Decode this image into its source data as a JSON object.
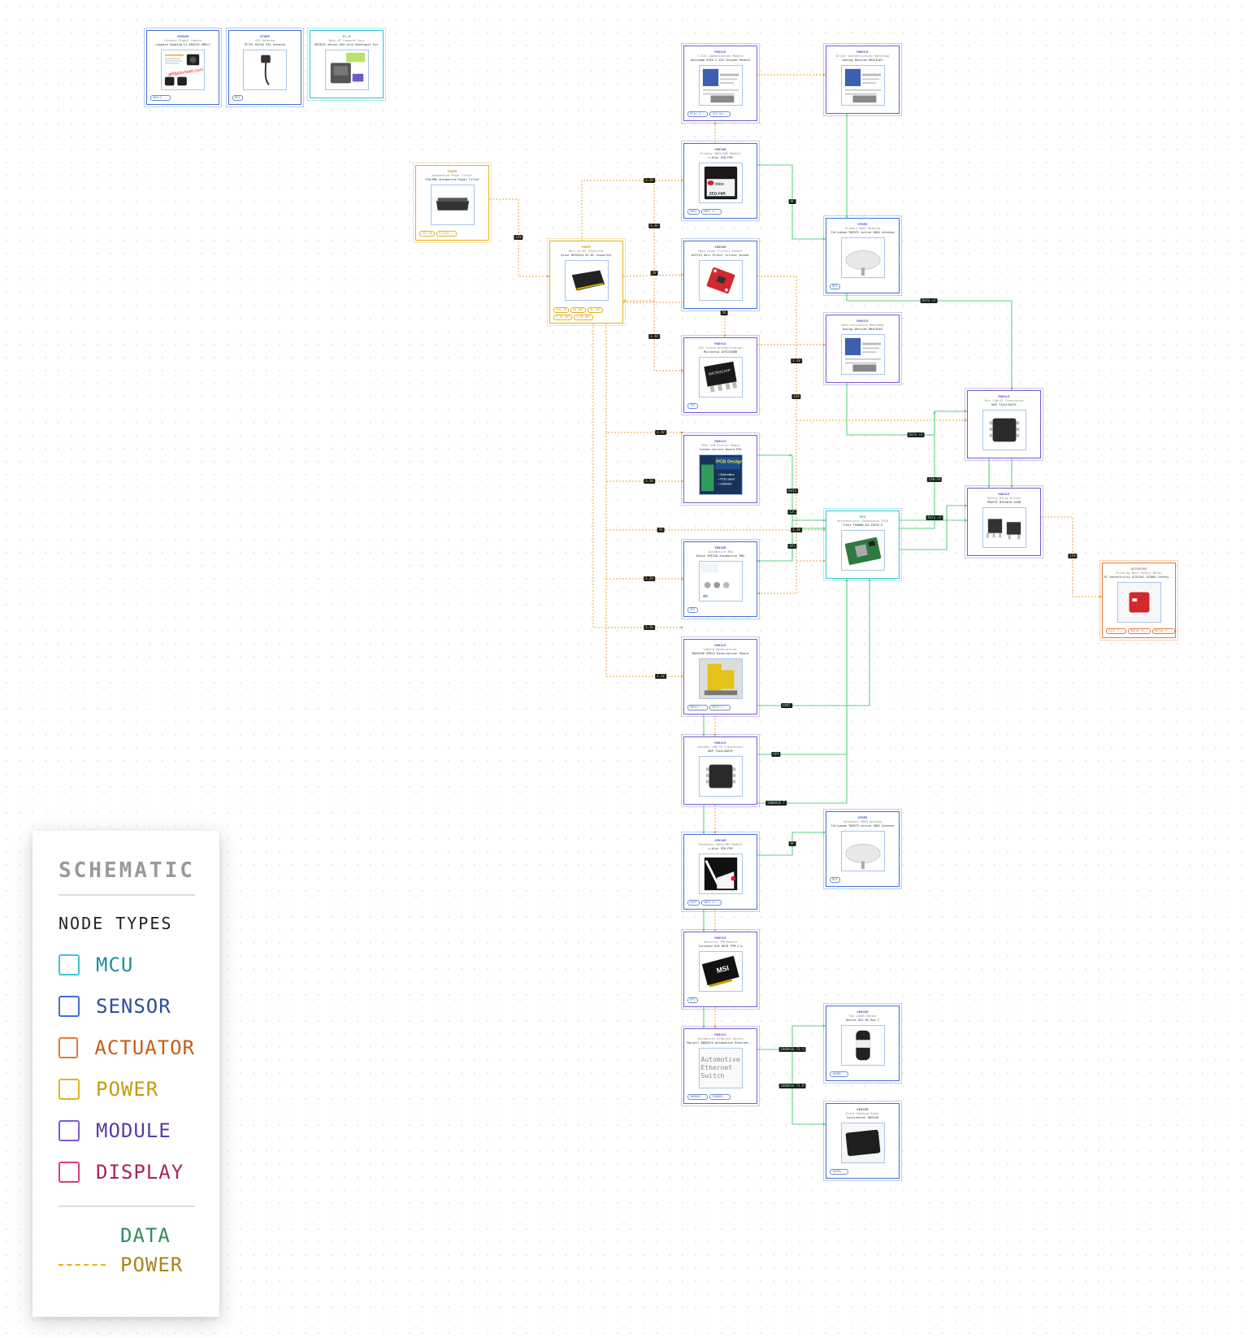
{
  "nodes": [
    {
      "id": "cam",
      "kind": "sensor",
      "type": "SENSOR",
      "title": "Forward Global Camera",
      "part": "Leopard Imaging LI-AR0233-GMSL2",
      "chips": [
        "GMSL2 ..."
      ],
      "icon": "camera-icon"
    },
    {
      "id": "v2x-ant",
      "kind": "sensor",
      "type": "OTHER",
      "title": "V2X Antenna",
      "part": "PCTEL BIG5G V2X Antenna",
      "chips": [
        "RF4"
      ],
      "icon": "antenna-cable-icon"
    },
    {
      "id": "pc",
      "kind": "mcu",
      "type": "PC_D",
      "title": "Main AI Compute Core",
      "part": "NVIDIA Jetson AGX Orin Developer Kit",
      "chips": [],
      "icon": "compute-box-icon"
    },
    {
      "id": "c-v2x",
      "kind": "module",
      "type": "MODULE",
      "title": "C-V2X Communication Module",
      "part": "Qualcomm 9150 C-V2X Chipset Module",
      "chips": [
        "PCIe 4...",
        "V2X Se..."
      ],
      "icon": "datasheet-icon"
    },
    {
      "id": "wd-a",
      "kind": "module",
      "type": "MODULE",
      "title": "Driver Authentication Watchdog",
      "part": "Analog Devices MAX16161",
      "chips": [],
      "icon": "datasheet-icon"
    },
    {
      "id": "filter",
      "kind": "power",
      "type": "POWER",
      "title": "Automotive Power Filter",
      "part": "ITW/ENS Automotive Power Filter",
      "chips": [
        "12V IN",
        "Filter..."
      ],
      "icon": "filter-block-icon"
    },
    {
      "id": "gnss1",
      "kind": "sensor",
      "type": "SENSOR",
      "title": "Primary GNSS/INS Module",
      "part": "u-blox ZED-F9R",
      "chips": [
        "UART",
        "GNSS A..."
      ],
      "icon": "ublox-module-icon"
    },
    {
      "id": "dcdc",
      "kind": "power",
      "type": "POWER",
      "title": "Main DC-DC Converter",
      "part": "Vicor BCM3414 DC-DC Converter",
      "chips": [
        "12V IN",
        "5V OUT",
        "3V OUT",
        "3.3V OUT",
        "1.8V OUT"
      ],
      "icon": "converter-brick-icon"
    },
    {
      "id": "current",
      "kind": "sensor",
      "type": "SENSOR",
      "title": "Main Power Current Sensor",
      "part": "ACS723 Hall Effect Current Sensor",
      "chips": [],
      "icon": "red-breakout-icon"
    },
    {
      "id": "gnss-ant1",
      "kind": "sensor",
      "type": "OTHER",
      "title": "Primary GNSS Antenna",
      "part": "Tallysman TW3972 Active GNSS Antenna",
      "chips": [
        "RF4"
      ],
      "icon": "dome-antenna-icon"
    },
    {
      "id": "crypto",
      "kind": "module",
      "type": "MODULE",
      "title": "V2X Crypto Authentication",
      "part": "Microchip ATECC608B",
      "chips": [
        "I2C"
      ],
      "icon": "soic-chip-icon"
    },
    {
      "id": "wd-b",
      "kind": "module",
      "type": "MODULE",
      "title": "Data Activation Watchdog",
      "part": "Analog Devices MAX16161",
      "chips": [],
      "icon": "datasheet-icon"
    },
    {
      "id": "can-a",
      "kind": "module",
      "type": "MODULE",
      "title": "Core CAN-FD Transceiver",
      "part": "NXP TJA1145ATK",
      "chips": [],
      "icon": "dfn-chip-icon"
    },
    {
      "id": "carrier",
      "kind": "module",
      "type": "MODULE",
      "title": "FPGA SoM Carrier Board",
      "part": "Custom Carrier Board PCB",
      "chips": [],
      "icon": "pcb-design-icon"
    },
    {
      "id": "fpga",
      "kind": "mcu",
      "type": "MCU",
      "title": "Deterministic Governance FPGA",
      "part": "Trenz TE0808-04-15EG1-E",
      "chips": [],
      "icon": "fpga-som-icon"
    },
    {
      "id": "relay-drv",
      "kind": "module",
      "type": "MODULE",
      "title": "Safety Relay Driver",
      "part": "PROFET BTS5016-1EKB",
      "chips": [],
      "icon": "power-ic-icon"
    },
    {
      "id": "relay",
      "kind": "actuator",
      "type": "ACTUATOR",
      "title": "Drive-by-Wire Safety Relay",
      "part": "TE Connectivity V23234C-1Z3001 Safety...",
      "chips": [
        "Coil I...",
        "Relay O...",
        "Relay C..."
      ],
      "icon": "red-relay-icon"
    },
    {
      "id": "imu",
      "kind": "sensor",
      "type": "SENSOR",
      "title": "Automotive IMU",
      "part": "Bosch SMI230 Automotive IMU",
      "chips": [
        "SPI"
      ],
      "icon": "imu-inductor-icon"
    },
    {
      "id": "cam-ser",
      "kind": "module",
      "type": "MODULE",
      "title": "Camera Deserializer",
      "part": "MAX9296 GMSL2 Deserializer Board",
      "chips": [
        "GMSL2 ...",
        "MIPI C..."
      ],
      "icon": "robot-board-icon"
    },
    {
      "id": "can-b",
      "kind": "module",
      "type": "MODULE",
      "title": "Gateway CAN-FD Transceiver",
      "part": "NXP TJA1145ATK",
      "chips": [],
      "icon": "dfn-chip-icon"
    },
    {
      "id": "gnss2",
      "kind": "sensor",
      "type": "SENSOR",
      "title": "Secondary GNSS/INS Module",
      "part": "u-blox ZED-F9R",
      "chips": [
        "UART",
        "GNSS A..."
      ],
      "icon": "f9r-module-icon"
    },
    {
      "id": "gnss-ant2",
      "kind": "sensor",
      "type": "OTHER",
      "title": "Secondary GNSS Antenna",
      "part": "Tallysman TW3972 Active GNSS Antenna",
      "chips": [
        "RF4"
      ],
      "icon": "dome-antenna-icon"
    },
    {
      "id": "tpm",
      "kind": "module",
      "type": "MODULE",
      "title": "Security TPM Module",
      "part": "Infineon SLB 9670 TPM 2.0",
      "chips": [
        "SPI"
      ],
      "icon": "msi-tpm-icon"
    },
    {
      "id": "eth",
      "kind": "module",
      "type": "MODULE",
      "title": "Automotive Ethernet Switch",
      "part": "Marvell 88Q5072 Automotive Ethernet...",
      "chips": [
        "100BAS...",
        "100BAS..."
      ],
      "icon": "broken-image-icon",
      "alt": "Automotive Ethernet Switch"
    },
    {
      "id": "lidar",
      "kind": "sensor",
      "type": "SENSOR",
      "title": "Top LiDAR Sensor",
      "part": "Ouster OS1-64 Rev 7",
      "chips": [
        "100BA..."
      ],
      "icon": "lidar-icon"
    },
    {
      "id": "radar",
      "kind": "sensor",
      "type": "SENSOR",
      "title": "Front Imaging Radar",
      "part": "Continental ARS540",
      "chips": [
        "100BA..."
      ],
      "icon": "radar-icon"
    }
  ],
  "wire_labels": [
    {
      "text": "12V",
      "kind": "power"
    },
    {
      "text": "3.3V",
      "kind": "power"
    },
    {
      "text": "3.3V",
      "kind": "power"
    },
    {
      "text": "5V",
      "kind": "power"
    },
    {
      "text": "3.3V",
      "kind": "power"
    },
    {
      "text": "3.3V",
      "kind": "power"
    },
    {
      "text": "3.3V",
      "kind": "power"
    },
    {
      "text": "5V",
      "kind": "power"
    },
    {
      "text": "12V",
      "kind": "power"
    },
    {
      "text": "3.3V",
      "kind": "power"
    },
    {
      "text": "3.3V",
      "kind": "power"
    },
    {
      "text": "5V",
      "kind": "power"
    },
    {
      "text": "3.3V",
      "kind": "power"
    },
    {
      "text": "3.3V",
      "kind": "power"
    },
    {
      "text": "3.3V",
      "kind": "power"
    },
    {
      "text": "12V",
      "kind": "power"
    },
    {
      "text": "RF",
      "kind": "data"
    },
    {
      "text": "Data +2",
      "kind": "data"
    },
    {
      "text": "Data +3",
      "kind": "data"
    },
    {
      "text": "CAN-FD",
      "kind": "data"
    },
    {
      "text": "Data +2",
      "kind": "data"
    },
    {
      "text": "Data",
      "kind": "data"
    },
    {
      "text": "I2C",
      "kind": "data"
    },
    {
      "text": "SPI",
      "kind": "data"
    },
    {
      "text": "UART",
      "kind": "data"
    },
    {
      "text": "SPI",
      "kind": "data"
    },
    {
      "text": "100BASE-T",
      "kind": "data"
    },
    {
      "text": "RF",
      "kind": "data"
    },
    {
      "text": "100BASE-T1 1",
      "kind": "data"
    },
    {
      "text": "100BASE-T1 0",
      "kind": "data"
    }
  ],
  "legend": {
    "title": "SCHEMATIC",
    "subtitle": "NODE TYPES",
    "items": [
      {
        "label": "MCU",
        "color": "#3dc6d4",
        "text_color": "#1f8f9c"
      },
      {
        "label": "SENSOR",
        "color": "#3f6fd3",
        "text_color": "#2d4e9c"
      },
      {
        "label": "ACTUATOR",
        "color": "#e57a2e",
        "text_color": "#c65d16"
      },
      {
        "label": "POWER",
        "color": "#e4b21c",
        "text_color": "#c99a0e"
      },
      {
        "label": "MODULE",
        "color": "#7c58d1",
        "text_color": "#5a3aa6"
      },
      {
        "label": "DISPLAY",
        "color": "#de3a84",
        "text_color": "#a8245e"
      }
    ],
    "lines": [
      {
        "label": "DATA",
        "color": "#3bbf6e",
        "text_color": "#2f8d5a",
        "dashed": false
      },
      {
        "label": "POWER",
        "color": "#e4b21c",
        "text_color": "#a8841a",
        "dashed": true
      }
    ]
  },
  "colors": {
    "data_wire": "#5ccf86",
    "power_wire": "#e9a53a"
  }
}
